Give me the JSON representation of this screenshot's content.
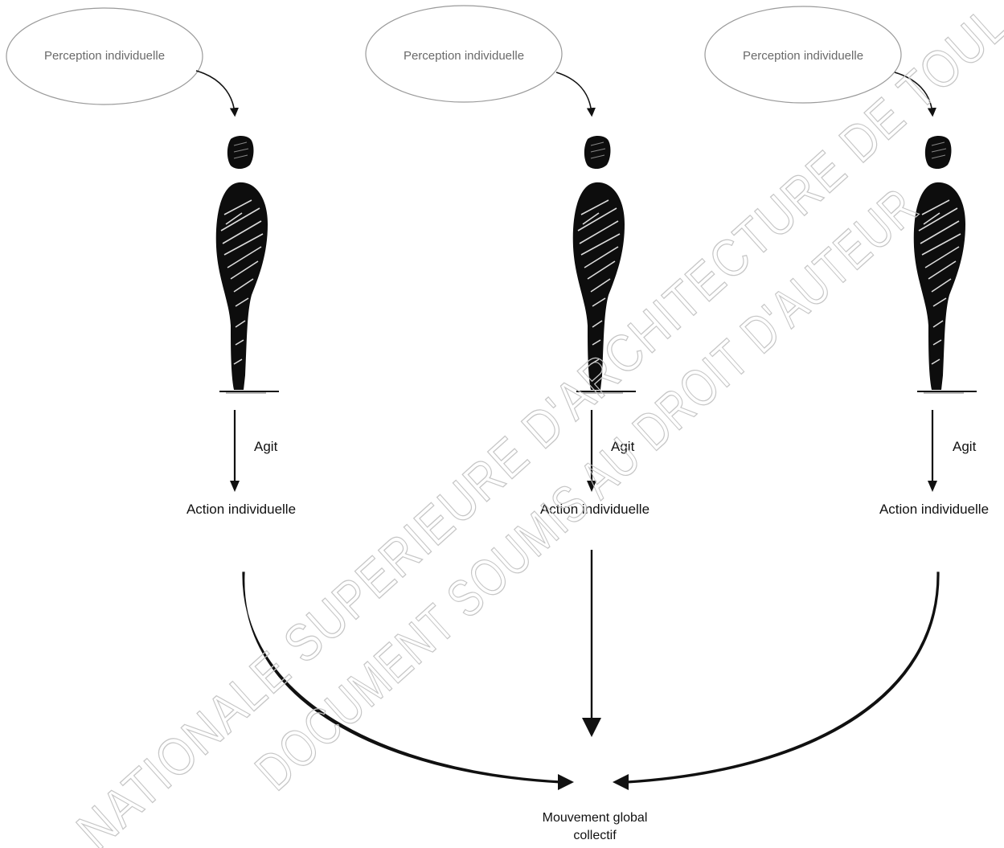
{
  "columns": [
    {
      "perception_label": "Perception individuelle",
      "verb_label": "Agit",
      "action_label": "Action individuelle"
    },
    {
      "perception_label": "Perception individuelle",
      "verb_label": "Agit",
      "action_label": "Action individuelle"
    },
    {
      "perception_label": "Perception individuelle",
      "verb_label": "Agit",
      "action_label": "Action individuelle"
    }
  ],
  "result": {
    "line1": "Mouvement global",
    "line2": "collectif"
  },
  "watermark": {
    "line1": "NATIONALE SUPERIEURE D'ARCHITECTURE DE TOUL",
    "line2": "DOCUMENT SOUMIS AU DROIT D'AUTEUR"
  },
  "colors": {
    "ink": "#111111",
    "ellipse_stroke": "#9a9a9a",
    "perception_text": "#6a6a6a",
    "watermark": "#c6c6c6"
  }
}
